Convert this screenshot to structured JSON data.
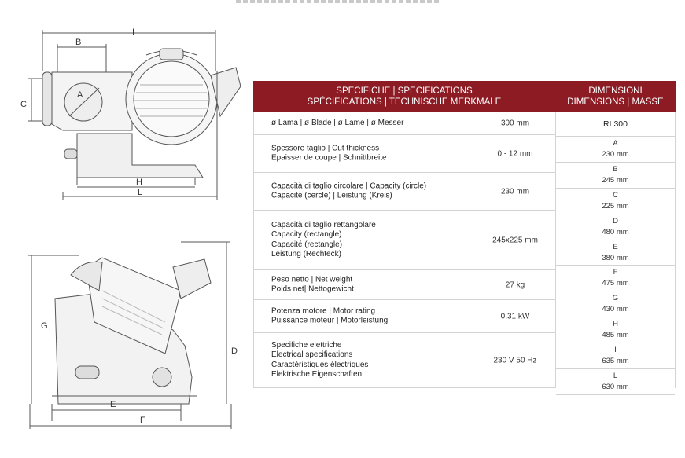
{
  "spec_header": {
    "line1": "SPECIFICHE | SPECIFICATIONS",
    "line2": "SPÉCIFICATIONS | TECHNISCHE MERKMALE"
  },
  "specs": [
    {
      "lines": [
        "ø Lama | ø Blade | ø Lame | ø Messer"
      ],
      "value": "300 mm"
    },
    {
      "lines": [
        "Spessore taglio | Cut thickness",
        "Epaisser de coupe | Schnittbreite"
      ],
      "value": "0 - 12 mm"
    },
    {
      "lines": [
        "Capacità di taglio circolare | Capacity (circle)",
        "Capacité (cercle) | Leistung (Kreis)"
      ],
      "value": "230 mm"
    },
    {
      "lines": [
        "Capacità di taglio rettangolare",
        "Capacity (rectangle)",
        "Capacité (rectangle)",
        "Leistung (Rechteck)"
      ],
      "value": "245x225 mm"
    },
    {
      "lines": [
        "Peso netto | Net weight",
        "Poids net| Nettogewicht"
      ],
      "value": "27 kg"
    },
    {
      "lines": [
        "Potenza motore | Motor rating",
        "Puissance moteur | Motorleistung"
      ],
      "value": "0,31 kW"
    },
    {
      "lines": [
        "Specifiche elettriche",
        "Electrical specifications",
        "Caractéristiques électriques",
        "Elektrische Eigenschaften"
      ],
      "value": "230 V 50 Hz"
    }
  ],
  "dims_header": {
    "line1": "DIMENSIONI",
    "line2": "DIMENSIONS | MASSE"
  },
  "model": "RL300",
  "dimensions": [
    {
      "letter": "A",
      "value": "230 mm"
    },
    {
      "letter": "B",
      "value": "245 mm"
    },
    {
      "letter": "C",
      "value": "225 mm"
    },
    {
      "letter": "D",
      "value": "480 mm"
    },
    {
      "letter": "E",
      "value": "380 mm"
    },
    {
      "letter": "F",
      "value": "475 mm"
    },
    {
      "letter": "G",
      "value": "430 mm"
    },
    {
      "letter": "H",
      "value": "485 mm"
    },
    {
      "letter": "I",
      "value": "635 mm"
    },
    {
      "letter": "L",
      "value": "630 mm"
    }
  ],
  "drawing_labels": {
    "i": "I",
    "b": "B",
    "a": "A",
    "c": "C",
    "h": "H",
    "l": "L",
    "g": "G",
    "d": "D",
    "e": "E",
    "f": "F"
  },
  "colors": {
    "header_bg": "#8c1b24",
    "header_text": "#ffffff",
    "rule": "#d3d3d3"
  }
}
